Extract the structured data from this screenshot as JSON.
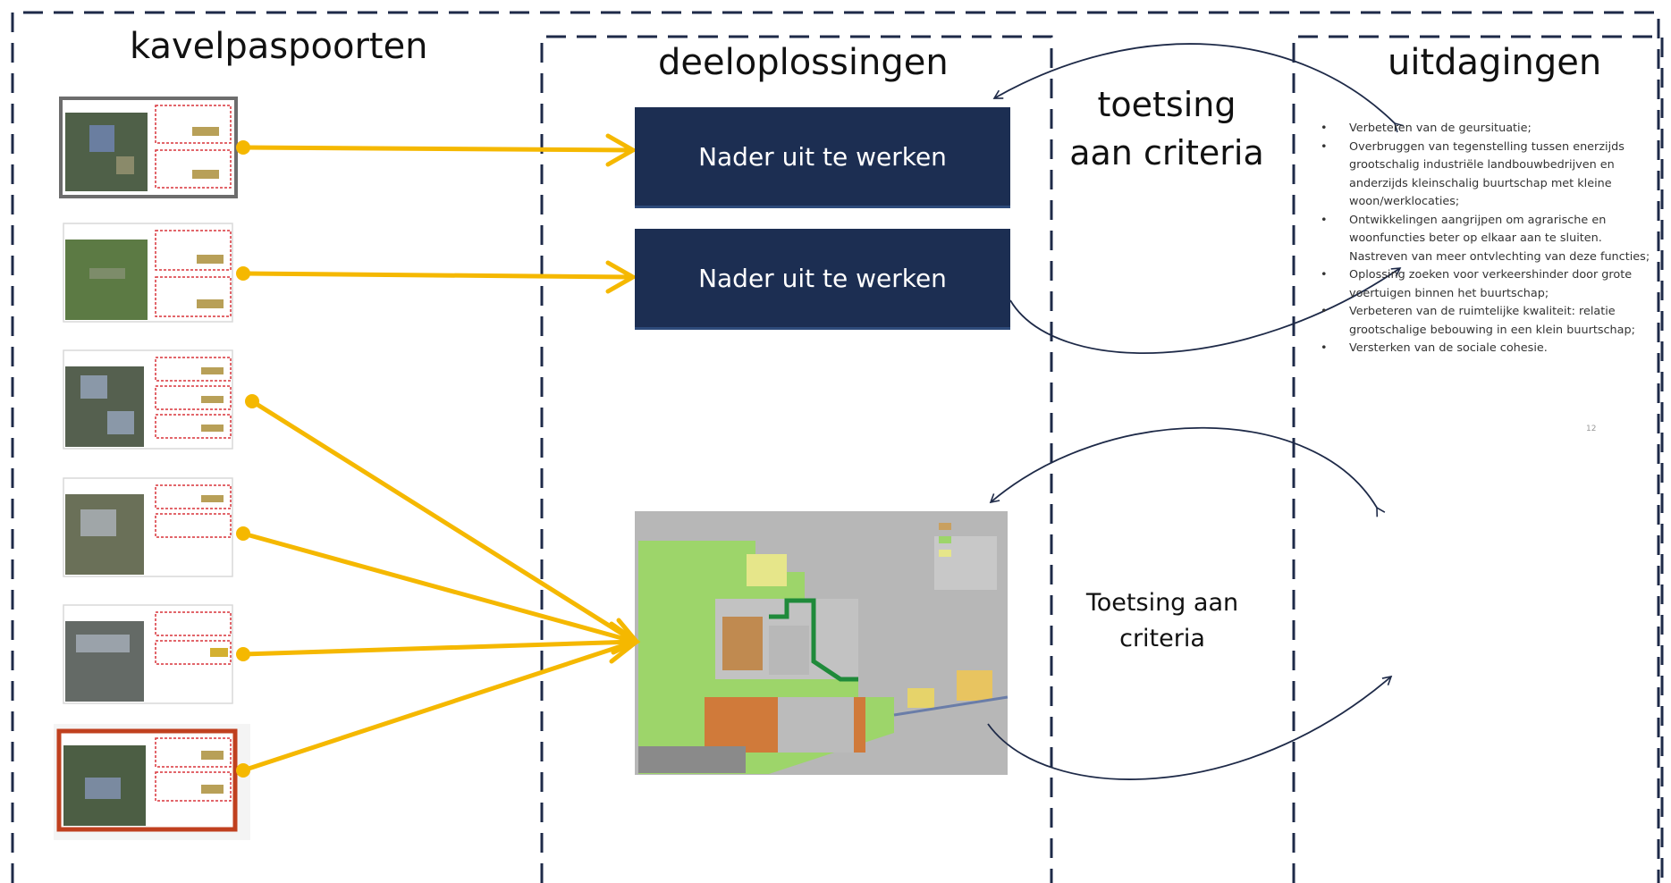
{
  "columns": {
    "kavelpaspoorten": "kavelpaspoorten",
    "deeloplossingen": "deeloplossingen",
    "uitdagingen": "uitdagingen"
  },
  "center_boxes": [
    "Nader uit te werken",
    "Nader uit te werken"
  ],
  "toetsing_top": [
    "toetsing",
    "aan criteria"
  ],
  "toetsing_bottom": [
    "Toetsing aan",
    "criteria"
  ],
  "challenges": [
    "Verbeteren van de geursituatie;",
    "Overbruggen van tegenstelling tussen enerzijds grootschalig industriële landbouwbedrijven en anderzijds kleinschalig buurtschap met kleine woon/werklocaties;",
    "Ontwikkelingen aangrijpen om agrarische en woonfuncties beter op elkaar aan te sluiten. Nastreven van meer ontvlechting van deze functies;",
    "Oplossing zoeken voor verkeershinder door grote voertuigen binnen het buurtschap;",
    "Verbeteren van de ruimtelijke kwaliteit: relatie grootschalige bebouwing in een klein buurtschap;",
    "Versterken van de sociale cohesie."
  ],
  "page_number": "12",
  "colors": {
    "arrow": "#f5b800",
    "navy": "#1c2e52",
    "dash": "#1e2a48",
    "highlight_frame": "#c0401f"
  }
}
